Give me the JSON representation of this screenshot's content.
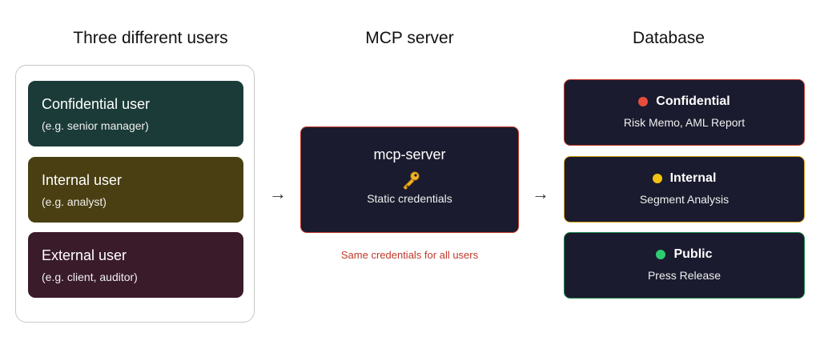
{
  "columns": {
    "users_title": "Three different users",
    "server_title": "MCP server",
    "database_title": "Database"
  },
  "users": [
    {
      "name": "Confidential user",
      "example": "(e.g. senior manager)",
      "color": "#1b3b38"
    },
    {
      "name": "Internal user",
      "example": "(e.g. analyst)",
      "color": "#4a3f12"
    },
    {
      "name": "External user",
      "example": "(e.g. client, auditor)",
      "color": "#3a1b2a"
    }
  ],
  "arrows": [
    "→",
    "→"
  ],
  "server": {
    "title": "mcp-server",
    "icon": "key-icon",
    "subtitle": "Static credentials",
    "border_color": "#c0392b"
  },
  "note": "Same credentials for all users",
  "database": [
    {
      "level": "Confidential",
      "content": "Risk Memo, AML Report",
      "dot_color": "#e74c3c",
      "border_color": "#c0392b"
    },
    {
      "level": "Internal",
      "content": "Segment Analysis",
      "dot_color": "#f1c40f",
      "border_color": "#d4a017"
    },
    {
      "level": "Public",
      "content": "Press Release",
      "dot_color": "#2ecc71",
      "border_color": "#1e8449"
    }
  ]
}
